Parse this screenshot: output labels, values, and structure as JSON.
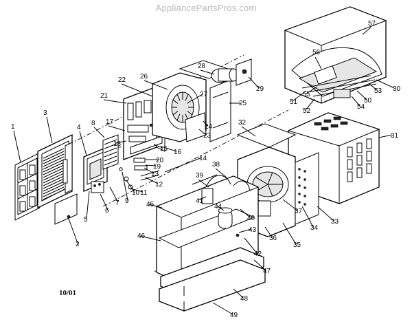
{
  "watermark": "AppliancePartsPros.com",
  "revision_stamp": "10/01",
  "callouts": [
    "1",
    "2",
    "3",
    "4",
    "5",
    "6",
    "7",
    "8",
    "9",
    "10",
    "11",
    "12",
    "13",
    "14",
    "15",
    "16",
    "17",
    "18",
    "19",
    "20",
    "21",
    "22",
    "23",
    "24",
    "25",
    "26",
    "27",
    "28",
    "29",
    "30",
    "31",
    "32",
    "33",
    "34",
    "35",
    "36",
    "37",
    "38",
    "39",
    "40",
    "41",
    "42",
    "43",
    "44",
    "45",
    "46",
    "47",
    "48",
    "49",
    "50",
    "51",
    "52",
    "53",
    "54",
    "55",
    "56",
    "57"
  ]
}
